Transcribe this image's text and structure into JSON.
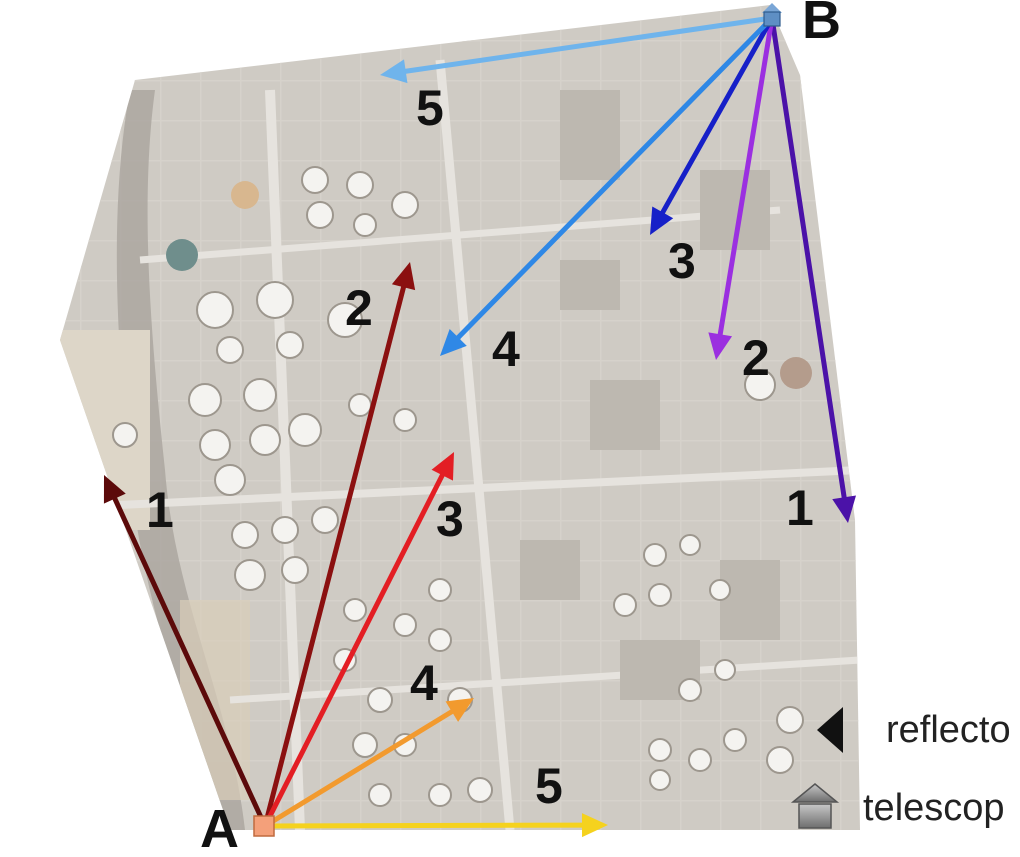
{
  "map": {
    "site_labels": {
      "a": "A",
      "b": "B"
    },
    "paths_from_a": [
      {
        "label": "1",
        "color": "#5c0a0a"
      },
      {
        "label": "2",
        "color": "#8b1010"
      },
      {
        "label": "3",
        "color": "#e31e24"
      },
      {
        "label": "4",
        "color": "#f29a2e"
      },
      {
        "label": "5",
        "color": "#f5d21e"
      }
    ],
    "paths_from_b": [
      {
        "label": "1",
        "color": "#4b12a8"
      },
      {
        "label": "2",
        "color": "#9b2fe0"
      },
      {
        "label": "3",
        "color": "#1620c8"
      },
      {
        "label": "4",
        "color": "#2f88e6"
      },
      {
        "label": "5",
        "color": "#6fb4ec"
      }
    ]
  },
  "legend": {
    "items": [
      {
        "icon": "reflector-triangle-icon",
        "label": "reflecto"
      },
      {
        "icon": "telescope-house-icon",
        "label": "telescop"
      }
    ]
  },
  "colors": {
    "marker_a": "#f4a07a",
    "marker_b": "#5e8fc4"
  }
}
